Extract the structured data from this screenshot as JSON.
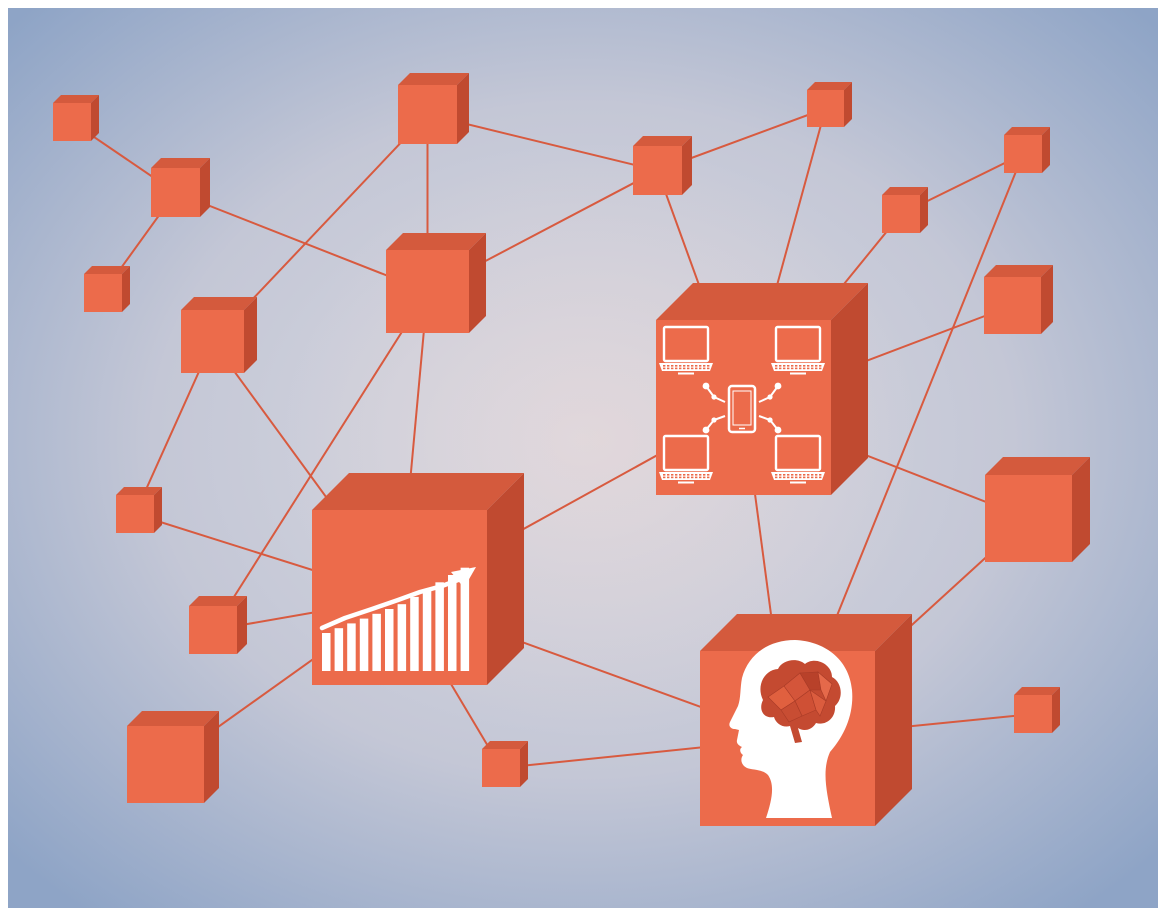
{
  "illustration": {
    "theme": "network-of-cubes",
    "colors": {
      "background_center": "#d8d9e1",
      "background_edge": "#8ea4c6",
      "glow": "#e9d6d6",
      "cube_front": "#ec6b4b",
      "cube_top": "#d45a3d",
      "cube_side": "#c04a30",
      "link": "#d85a3f",
      "icon": "#ffffff"
    },
    "featured_cubes": [
      {
        "name": "growth-chart-cube",
        "icon": "bar-chart-rising-arrow-icon"
      },
      {
        "name": "device-network-cube",
        "icon": "laptops-connected-to-phone-icon"
      },
      {
        "name": "ai-brain-cube",
        "icon": "human-head-with-brain-icon"
      }
    ]
  }
}
